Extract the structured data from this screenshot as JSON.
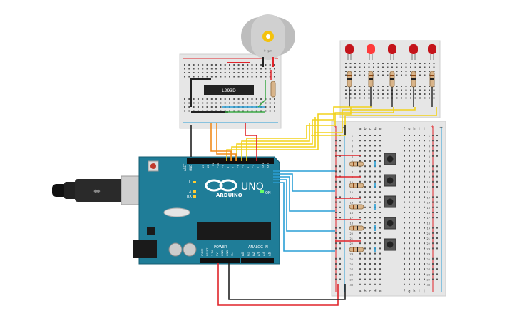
{
  "motor": {
    "label": "9 rpm"
  },
  "driver_chip": {
    "label": "L293D"
  },
  "arduino": {
    "model": "UNO",
    "brand": "ARDUINO",
    "on_label": "ON",
    "led_l": "L",
    "led_tx": "TX",
    "led_rx": "RX",
    "power_header": "POWER",
    "analog_header": "ANALOG IN",
    "aref": "AREF",
    "gnd": "GND",
    "digital_pins": [
      "13",
      "12",
      "~11",
      "~10",
      "~9",
      "8",
      "7",
      "~6",
      "~5",
      "4",
      "~3",
      "2",
      "TX 1",
      "RX 0"
    ],
    "power_pins": [
      "IOREF",
      "RESET",
      "3.3V",
      "5V",
      "GND",
      "GND",
      "Vin"
    ],
    "analog_pins": [
      "A0",
      "A1",
      "A2",
      "A3",
      "A4",
      "A5"
    ]
  },
  "breadboard_main": {
    "columns": [
      "a",
      "b",
      "c",
      "d",
      "e",
      "f",
      "g",
      "h",
      "i",
      "j"
    ],
    "rows": [
      "1",
      "2",
      "3",
      "4",
      "5",
      "6",
      "7",
      "8",
      "9",
      "10",
      "11",
      "12",
      "13",
      "14",
      "15",
      "16",
      "17",
      "18",
      "19",
      "20",
      "21",
      "22",
      "23",
      "24",
      "25",
      "26",
      "27",
      "28",
      "29",
      "30"
    ],
    "rail_plus": "+",
    "rail_minus": "−"
  },
  "colors": {
    "wire_yellow": "#f2d21b",
    "wire_orange": "#f08a1c",
    "wire_red": "#e0242a",
    "wire_black": "#222222",
    "wire_blue": "#2a9fd6",
    "wire_green": "#3aa845",
    "board_teal": "#1f7d98",
    "breadboard": "#e6e6e6",
    "led_red": "#d4141c"
  }
}
